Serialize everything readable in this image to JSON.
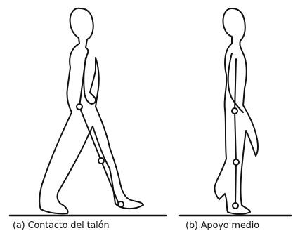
{
  "panels": [
    {
      "id": "a",
      "caption": "(a) Contacto del talón"
    },
    {
      "id": "b",
      "caption": "(b) Apoyo medio"
    }
  ],
  "colors": {
    "line": "#111111",
    "background": "#ffffff"
  }
}
